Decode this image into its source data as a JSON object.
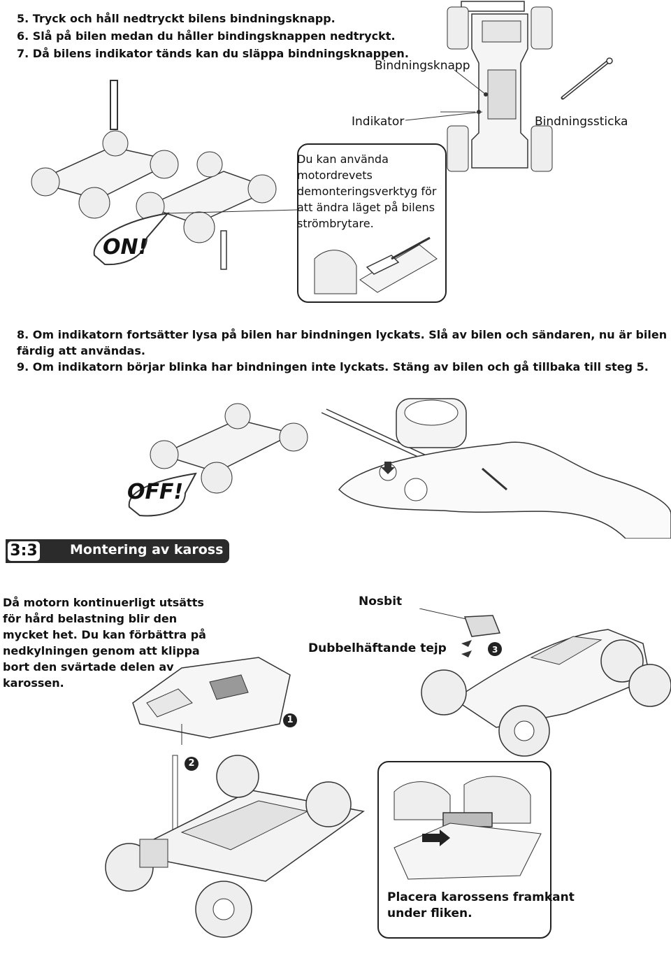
{
  "steps_top": [
    "5. Tryck och håll nedtryckt bilens bindningsknapp.",
    "6. Slå på bilen medan du håller bindingsknappen nedtryckt.",
    "7. Då bilens indikator tänds kan du släppa bindningsknappen."
  ],
  "labels": {
    "binding_button": "Bindningsknapp",
    "indicator": "Indikator",
    "binding_stick": "Bindningssticka",
    "on": "ON!",
    "off": "OFF!",
    "nose": "Nosbit",
    "double_tape": "Dubbelhäftande tejp"
  },
  "tip_box": {
    "lines": [
      "Du kan använda",
      "motordrevets",
      "demonteringsverktyg för",
      "att ändra läget på bilens",
      "strömbrytare."
    ]
  },
  "steps_middle": {
    "line1": "8. Om indikatorn fortsätter lysa på bilen har bindningen lyckats. Slå av bilen och sändaren, nu är bilen",
    "line2": "färdig att användas.",
    "line3": "9. Om indikatorn börjar blinka har bindningen inte lyckats. Stäng av bilen och gå tillbaka till steg 5."
  },
  "section": {
    "number": "3:3",
    "title": "Montering av kaross"
  },
  "body_note": {
    "lines": [
      "Då motorn kontinuerligt utsätts",
      "för hård belastning blir den",
      "mycket het. Du kan förbättra på",
      "nedkylningen genom att klippa",
      "bort den svärtade delen av",
      "karossen."
    ]
  },
  "callout_bottom": {
    "lines": [
      "Placera karossens framkant",
      "under fliken."
    ]
  },
  "markers": [
    "1",
    "2",
    "3"
  ]
}
